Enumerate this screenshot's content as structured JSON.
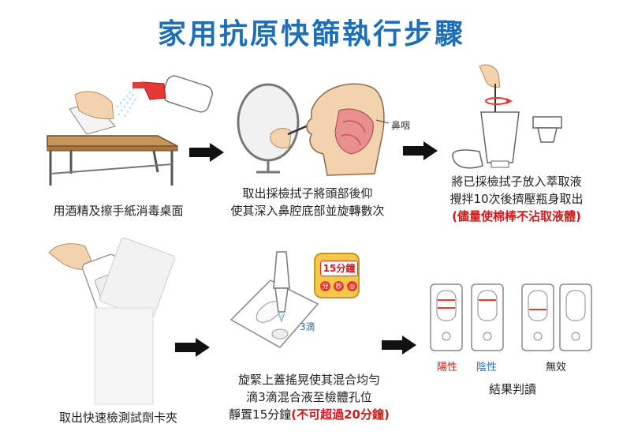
{
  "title": "家用抗原快篩執行步驟",
  "steps": [
    {
      "caption_lines": [
        "用酒精及擦手紙消毒桌面"
      ]
    },
    {
      "caption_lines": [
        "取出採檢拭子將頭部後仰",
        "使其深入鼻腔底部並旋轉數次"
      ],
      "label_nasopharynx": "鼻咽"
    },
    {
      "caption_lines": [
        "將已採檢拭子放入萃取液",
        "攪拌10次後擠壓瓶身取出"
      ],
      "caption_warning": "(儘量使棉棒不沾取液體)"
    },
    {
      "caption_lines": [
        "取出快速檢測試劑卡夾"
      ]
    },
    {
      "caption_lines": [
        "旋緊上蓋搖晃使其混合均勻",
        "滴3滴混合液至檢體孔位"
      ],
      "caption_line3": "靜置15分鐘",
      "caption_warning": "(不可超過20分鐘)",
      "drops_label": "3滴",
      "timer_label": "15分鐘",
      "timer_buttons": [
        "分",
        "秒",
        "◎"
      ]
    },
    {
      "caption_lines": [
        "結果判讀"
      ],
      "results": [
        "陽性",
        "陰性",
        "無效"
      ]
    }
  ],
  "colors": {
    "title": "#1f6fb8",
    "warning": "#d11a1a",
    "control_line": "#e53935",
    "negative_label": "#1f6fb8",
    "timer_bg": "#f6c84a"
  }
}
